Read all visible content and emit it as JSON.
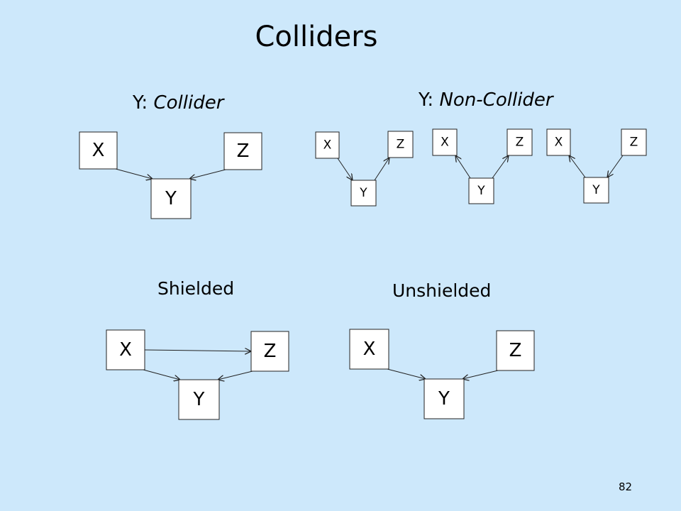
{
  "title": "Colliders",
  "labels": {
    "collider_var": "Y:",
    "collider_kind": "Collider",
    "noncollider_var": "Y:",
    "noncollider_kind": "Non-Collider",
    "shielded": "Shielded",
    "unshielded": "Unshielded"
  },
  "page_number": "82",
  "diagrams": [
    {
      "name": "collider",
      "nodes": [
        {
          "id": "X",
          "label": "X"
        },
        {
          "id": "Z",
          "label": "Z"
        },
        {
          "id": "Y",
          "label": "Y"
        }
      ],
      "edges": [
        {
          "from": "X",
          "to": "Y"
        },
        {
          "from": "Z",
          "to": "Y"
        }
      ]
    },
    {
      "name": "non-collider-chain",
      "nodes": [
        {
          "id": "X",
          "label": "X"
        },
        {
          "id": "Z",
          "label": "Z"
        },
        {
          "id": "Y",
          "label": "Y"
        }
      ],
      "edges": [
        {
          "from": "X",
          "to": "Y"
        },
        {
          "from": "Y",
          "to": "Z"
        }
      ]
    },
    {
      "name": "non-collider-fork",
      "nodes": [
        {
          "id": "X",
          "label": "X"
        },
        {
          "id": "Z",
          "label": "Z"
        },
        {
          "id": "Y",
          "label": "Y"
        }
      ],
      "edges": [
        {
          "from": "Y",
          "to": "X"
        },
        {
          "from": "Y",
          "to": "Z"
        }
      ]
    },
    {
      "name": "non-collider-reverse-chain",
      "nodes": [
        {
          "id": "X",
          "label": "X"
        },
        {
          "id": "Z",
          "label": "Z"
        },
        {
          "id": "Y",
          "label": "Y"
        }
      ],
      "edges": [
        {
          "from": "Y",
          "to": "X"
        },
        {
          "from": "Z",
          "to": "Y"
        }
      ]
    },
    {
      "name": "shielded",
      "nodes": [
        {
          "id": "X",
          "label": "X"
        },
        {
          "id": "Z",
          "label": "Z"
        },
        {
          "id": "Y",
          "label": "Y"
        }
      ],
      "edges": [
        {
          "from": "X",
          "to": "Z"
        },
        {
          "from": "X",
          "to": "Y"
        },
        {
          "from": "Z",
          "to": "Y"
        }
      ]
    },
    {
      "name": "unshielded",
      "nodes": [
        {
          "id": "X",
          "label": "X"
        },
        {
          "id": "Z",
          "label": "Z"
        },
        {
          "id": "Y",
          "label": "Y"
        }
      ],
      "edges": [
        {
          "from": "X",
          "to": "Y"
        },
        {
          "from": "Z",
          "to": "Y"
        }
      ]
    }
  ]
}
